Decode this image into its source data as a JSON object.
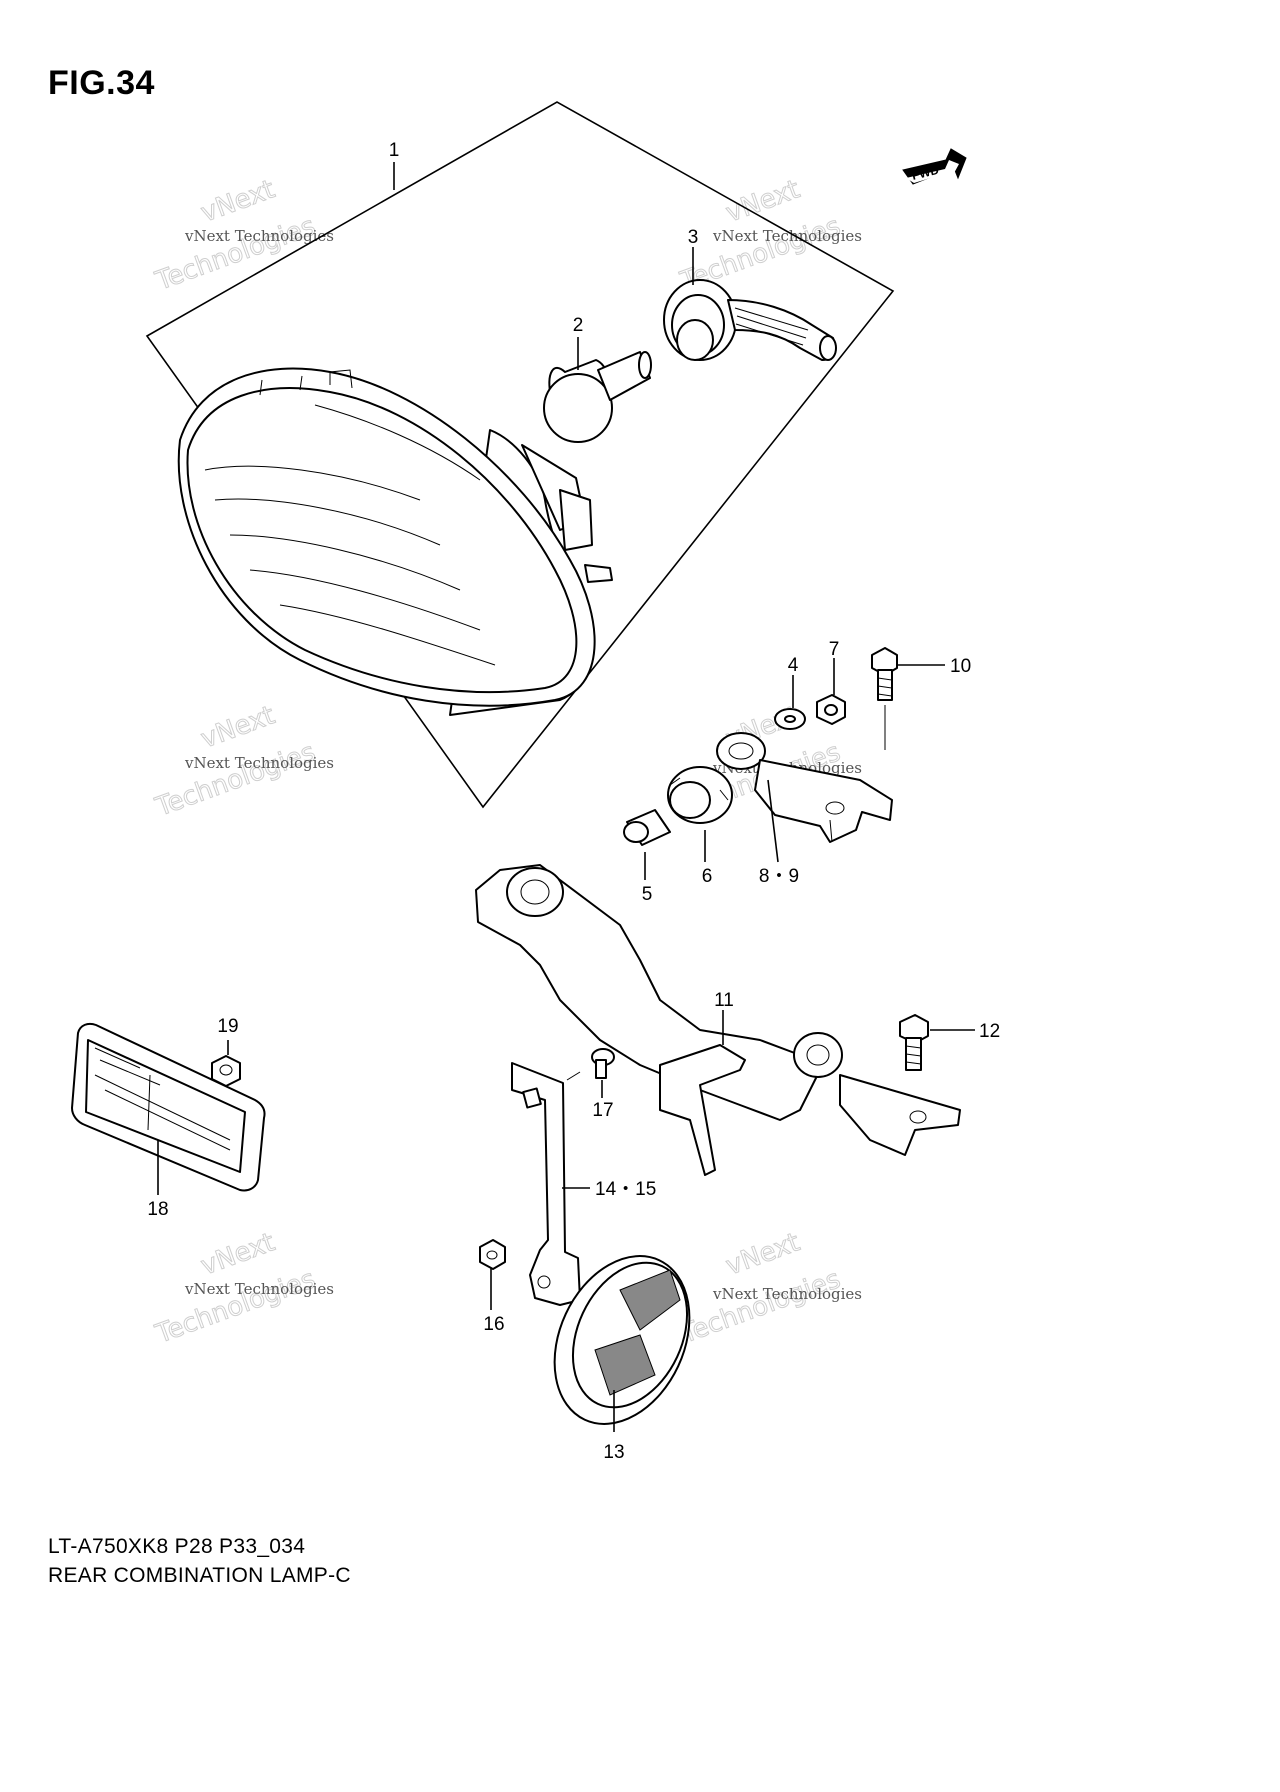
{
  "figure": {
    "title": "FIG.34",
    "code": "LT-A750XK8 P28 P33_034",
    "name": "REAR COMBINATION LAMP-C"
  },
  "fwd_arrow": {
    "label": "FWD",
    "icon": "fwd-arrow-icon"
  },
  "callouts": [
    {
      "id": "1",
      "text": "1"
    },
    {
      "id": "2",
      "text": "2"
    },
    {
      "id": "3",
      "text": "3"
    },
    {
      "id": "4",
      "text": "4"
    },
    {
      "id": "5",
      "text": "5"
    },
    {
      "id": "6",
      "text": "6"
    },
    {
      "id": "7",
      "text": "7"
    },
    {
      "id": "8-9",
      "text": "8・9"
    },
    {
      "id": "10",
      "text": "10"
    },
    {
      "id": "11",
      "text": "11"
    },
    {
      "id": "12",
      "text": "12"
    },
    {
      "id": "13",
      "text": "13"
    },
    {
      "id": "14-15",
      "text": "14・15"
    },
    {
      "id": "16",
      "text": "16"
    },
    {
      "id": "17",
      "text": "17"
    },
    {
      "id": "18",
      "text": "18"
    },
    {
      "id": "19",
      "text": "19"
    }
  ],
  "watermark": {
    "line_small": "vNext Technologies",
    "line_top": "vNext",
    "line_big": "Technologies"
  }
}
